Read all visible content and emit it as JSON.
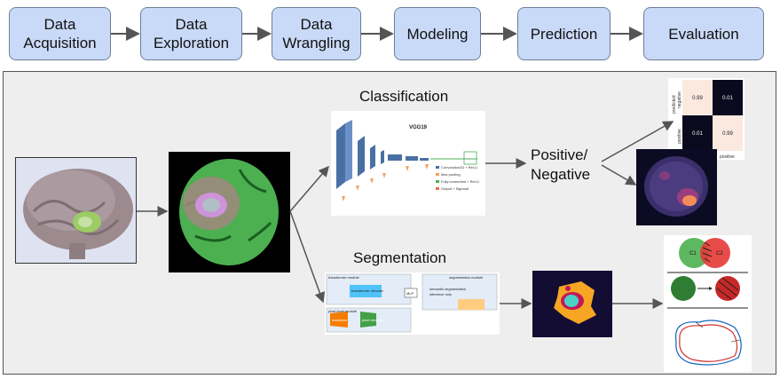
{
  "pipeline": {
    "steps": [
      {
        "label": "Data\nAcquisition"
      },
      {
        "label": "Data\nExploration"
      },
      {
        "label": "Data\nWrangling"
      },
      {
        "label": "Modeling"
      },
      {
        "label": "Prediction"
      },
      {
        "label": "Evaluation"
      }
    ]
  },
  "branches": {
    "classification": "Classification",
    "segmentation": "Segmentation",
    "result": "Positive/\nNegative"
  },
  "vgg": {
    "title": "VGG19",
    "legend": [
      "Convolution2D + ReLU",
      "Max pooling",
      "Fully connected + ReLU",
      "Output + Sigmoid"
    ]
  },
  "confusion": {
    "axis": "predicted",
    "row_labels": [
      "negative",
      "positive"
    ],
    "col_label": "positive",
    "cells": [
      "0.99",
      "0.01",
      "0.01",
      "0.99"
    ]
  },
  "segdiagram": {
    "headers": [
      "transformer module",
      "segmentation module",
      "pixel-level module"
    ],
    "boxes": [
      "transformer decoder",
      "backbone",
      "pixel decoder",
      "MLP",
      "semantic segmentation",
      "inference only"
    ]
  },
  "venn": {
    "c1": "C1",
    "c2": "C2"
  }
}
